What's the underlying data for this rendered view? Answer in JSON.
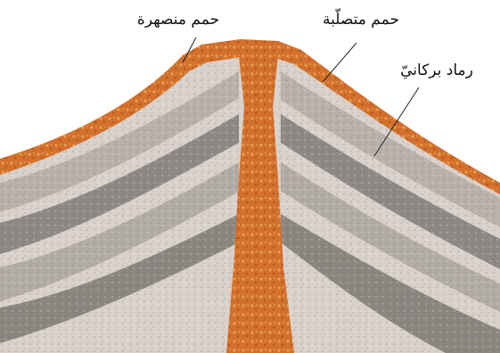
{
  "labels": {
    "molten_lava": "حمم منصهرة",
    "solidified_lava": "حمم متصلّبة",
    "volcanic_ash": "رماد بركانيّ"
  },
  "colors": {
    "lava": "#d2702c",
    "lava_light": "#e8a04a",
    "ash_light": "#d6cdc6",
    "ash_dark": "#9a948f",
    "leader": "#222222"
  }
}
